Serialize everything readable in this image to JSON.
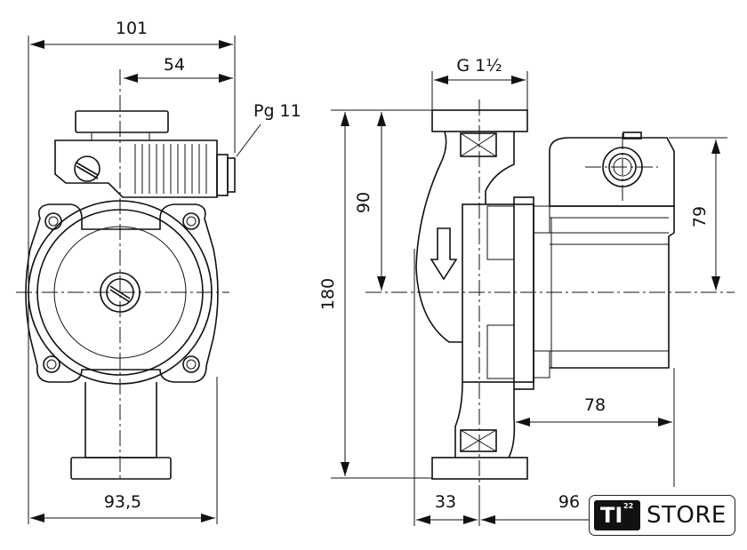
{
  "dimensions": {
    "width_overall": "101",
    "width_to_connector": "54",
    "cable_gland": "Pg 11",
    "width_base": "93,5",
    "thread": "G 1½",
    "height_total": "180",
    "height_half": "90",
    "motor_height": "79",
    "motor_length": "78",
    "offset_left": "33",
    "depth_total": "96"
  },
  "logo": {
    "mark": "TI",
    "superscript": "22",
    "text": "STORE"
  }
}
